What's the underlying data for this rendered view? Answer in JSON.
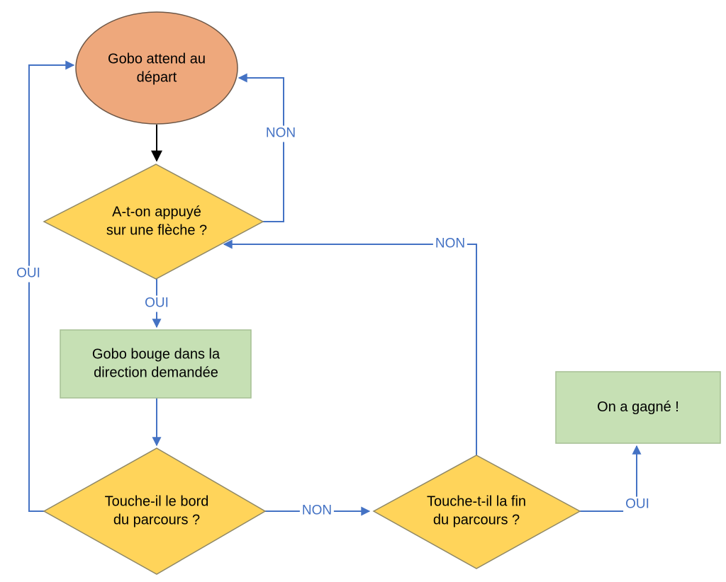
{
  "diagram": {
    "type": "flowchart",
    "language": "fr",
    "colors": {
      "connector_blue": "#4472C4",
      "start_fill": "#EEA87C",
      "start_stroke": "#6d5747",
      "decision_fill": "#FFD45A",
      "decision_stroke": "#8f8866",
      "process_fill": "#C6E0B4",
      "process_stroke": "#a6bf94",
      "black_arrow": "#000000",
      "node_text": "#000000"
    },
    "nodes": {
      "start": {
        "shape": "ellipse",
        "label": "Gobo attend au départ",
        "line1": "Gobo attend au",
        "line2": "départ"
      },
      "pressed": {
        "shape": "decision",
        "label": "A-t-on appuyé sur une flèche ?",
        "line1": "A-t-on appuyé",
        "line2": "sur une flèche ?"
      },
      "move": {
        "shape": "process",
        "label": "Gobo bouge dans la direction demandée",
        "line1": "Gobo bouge dans la",
        "line2": "direction demandée"
      },
      "edge": {
        "shape": "decision",
        "label": "Touche-il le bord du parcours ?",
        "line1": "Touche-il le bord",
        "line2": "du parcours ?"
      },
      "end": {
        "shape": "decision",
        "label": "Touche-t-il la fin du parcours ?",
        "line1": "Touche-t-il la fin",
        "line2": "du parcours ?"
      },
      "win": {
        "shape": "process",
        "label": "On a gagné !"
      }
    },
    "edges": {
      "start_to_pressed": {
        "from": "start",
        "to": "pressed",
        "label": ""
      },
      "pressed_no": {
        "from": "pressed",
        "to": "start",
        "label": "NON"
      },
      "pressed_yes": {
        "from": "pressed",
        "to": "move",
        "label": "OUI"
      },
      "move_to_edge": {
        "from": "move",
        "to": "edge",
        "label": ""
      },
      "edge_yes": {
        "from": "edge",
        "to": "start",
        "label": "OUI"
      },
      "edge_no": {
        "from": "edge",
        "to": "end",
        "label": "NON"
      },
      "end_no": {
        "from": "end",
        "to": "pressed",
        "label": "NON"
      },
      "end_yes": {
        "from": "end",
        "to": "win",
        "label": "OUI"
      }
    }
  }
}
